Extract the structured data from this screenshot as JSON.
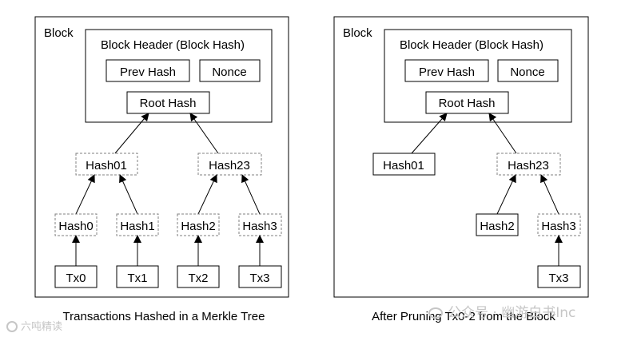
{
  "left": {
    "block_label": "Block",
    "header_label": "Block Header (Block Hash)",
    "prev_hash": "Prev Hash",
    "nonce": "Nonce",
    "root_hash": "Root Hash",
    "hash01": "Hash01",
    "hash23": "Hash23",
    "hash0": "Hash0",
    "hash1": "Hash1",
    "hash2": "Hash2",
    "hash3": "Hash3",
    "tx0": "Tx0",
    "tx1": "Tx1",
    "tx2": "Tx2",
    "tx3": "Tx3",
    "caption": "Transactions Hashed in a Merkle Tree"
  },
  "right": {
    "block_label": "Block",
    "header_label": "Block Header (Block Hash)",
    "prev_hash": "Prev Hash",
    "nonce": "Nonce",
    "root_hash": "Root Hash",
    "hash01": "Hash01",
    "hash23": "Hash23",
    "hash2": "Hash2",
    "hash3": "Hash3",
    "tx3": "Tx3",
    "caption": "After Pruning Tx0-2 from the Block"
  },
  "watermarks": {
    "bottom_left": "六吨精读",
    "bottom_right": "公众号 · 幽游白书Inc"
  },
  "colors": {
    "line": "#000000",
    "dashed_border": "#808080",
    "watermark": "#c6c6c6"
  }
}
